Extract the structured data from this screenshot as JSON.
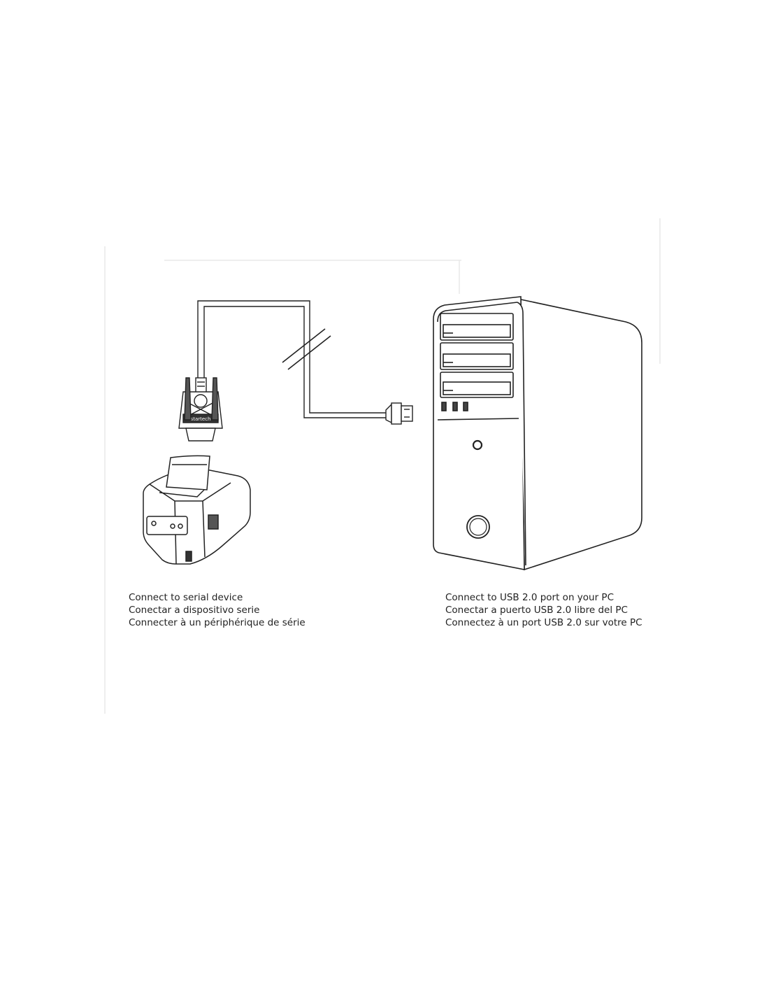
{
  "captions": {
    "serial": [
      "Connect to serial device",
      "Conectar a dispositivo serie",
      "Connecter à un périphérique de série"
    ],
    "usb": [
      "Connect to USB 2.0 port on your PC",
      "Conectar a puerto USB 2.0 libre del PC",
      "Connectez à un port USB 2.0 sur votre PC"
    ]
  },
  "adapter_label": "startech",
  "colors": {
    "line": "#222222",
    "frame": "#e6e6e6",
    "background": "#ffffff"
  },
  "icons": [
    "db9-connector-icon",
    "receipt-printer-icon",
    "usb-plug-icon",
    "pc-tower-icon",
    "cable-break-icon"
  ]
}
